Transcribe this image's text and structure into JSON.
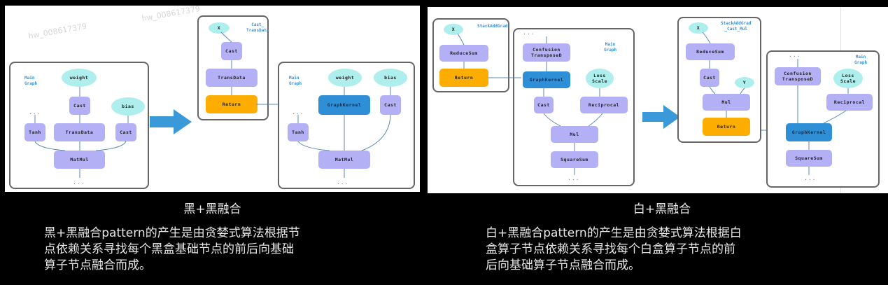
{
  "watermark": "hw_008617379",
  "left": {
    "caption": "黑+黑融合",
    "description": [
      "黑+黑融合pattern的产生是由贪婪式算法根据节",
      "点依赖关系寻找每个黑盒基础节点的前后向基础",
      "算子节点融合而成。"
    ],
    "before": {
      "graph_label": "Main\nGraph",
      "nodes": {
        "weight": "weight",
        "cast1": "Cast",
        "bias": "bias",
        "tanh": "Tanh",
        "transdata": "TransData",
        "cast2": "Cast",
        "matmul": "MatMul",
        "dots_top": "...",
        "dots_bottom": "..."
      }
    },
    "subgraph": {
      "graph_label": "Cast_\nTransData",
      "nodes": {
        "x": "X",
        "cast": "Cast",
        "transdata": "TransData",
        "return": "Return"
      }
    },
    "after": {
      "graph_label": "Main\nGraph",
      "nodes": {
        "weight": "weight",
        "bias": "bias",
        "graphkernel": "GraphKernel",
        "cast": "Cast",
        "tanh": "Tanh",
        "matmul": "MatMul",
        "dots_top": "...",
        "dots_bottom": "..."
      }
    }
  },
  "right": {
    "caption": "白+黑融合",
    "description": [
      "白+黑融合pattern的产生是由贪婪式算法根据白",
      "盒算子节点依赖关系寻找每个白盒算子节点的前",
      "后向基础算子节点融合而成。"
    ],
    "sub_before": {
      "graph_label": "StackAddGrad",
      "nodes": {
        "x": "X",
        "reducesum": "ReduceSum",
        "return": "Return"
      }
    },
    "before": {
      "graph_label": "Main\nGraph",
      "nodes": {
        "dots_top": "...",
        "confusion": "Confusion\nTransposeD",
        "graphkernel": "GraphKernel",
        "lossscale": "Loss\nScale",
        "cast": "Cast",
        "reciprocal": "Reciprocal",
        "mul": "Mul",
        "squaresum": "SquareSum",
        "dots_bottom": "..."
      }
    },
    "sub_after": {
      "graph_label": "StackAddGrad\n_Cast_Mul",
      "nodes": {
        "x": "X",
        "reducesum": "ReduceSum",
        "cast": "Cast",
        "y": "Y",
        "mul": "Mul",
        "return": "Return"
      }
    },
    "after": {
      "graph_label": "Main\nGraph",
      "nodes": {
        "dots_top": "...",
        "confusion": "Confusion\nTransposeD",
        "lossscale": "Loss\nScale",
        "reciprocal": "Reciprocal",
        "graphkernel": "GraphKernel",
        "squaresum": "SquareSum",
        "dots_bottom": "..."
      }
    }
  },
  "colors": {
    "op_node": "#b3b0f5",
    "return_node": "#fdac00",
    "graphkernel_node": "#2f8fd6",
    "input_node": "#aeeeec",
    "arrow": "#3a9ad9",
    "label": "#3b8fd4"
  }
}
